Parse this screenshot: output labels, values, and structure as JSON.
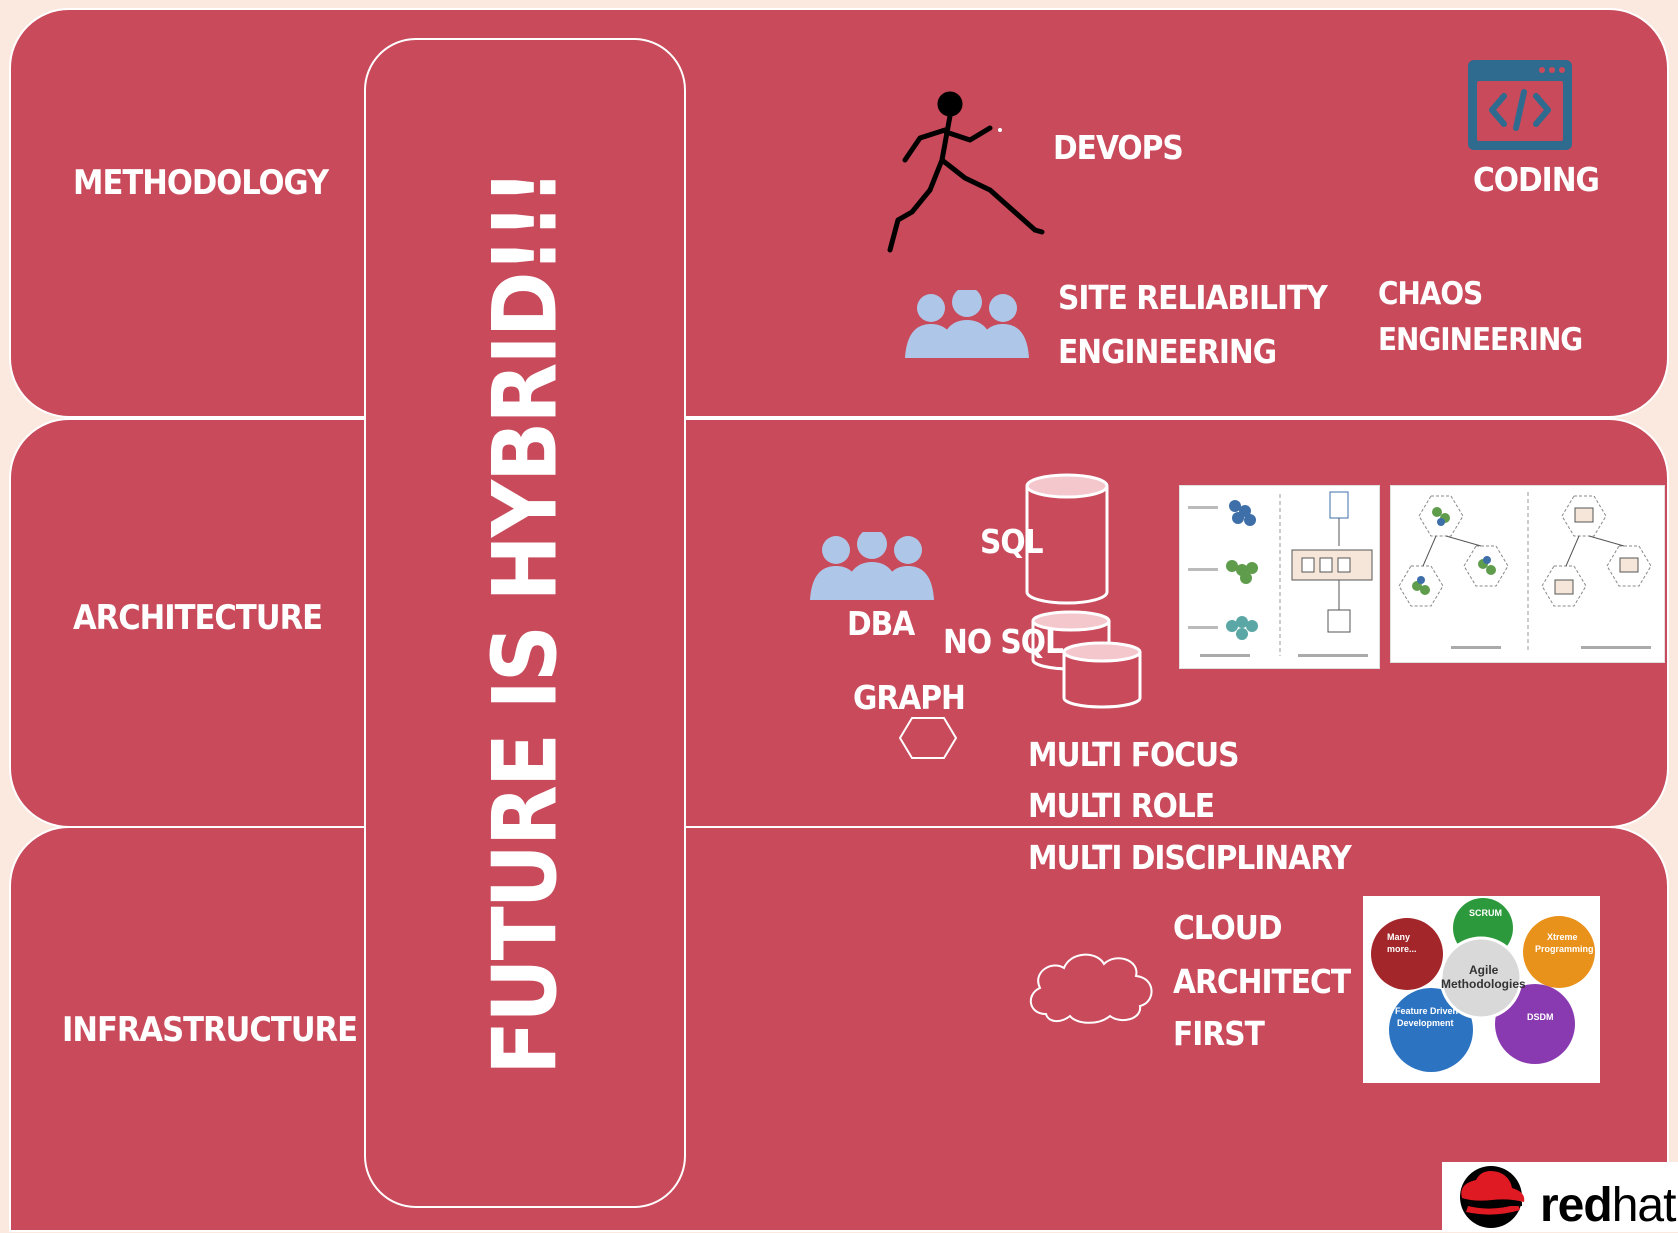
{
  "rows": {
    "methodology": "METHODOLOGY",
    "architecture": "ARCHITECTURE",
    "infrastructure": "INFRASTRUCTURE"
  },
  "center": {
    "title": "FUTURE IS HYBRID!!!"
  },
  "methodology": {
    "devops": "DEVOPS",
    "coding": "CODING",
    "sre_line1": "SITE RELIABILITY",
    "sre_line2": "ENGINEERING",
    "chaos_line1": "CHAOS",
    "chaos_line2": "ENGINEERING"
  },
  "architecture": {
    "sql": "SQL",
    "no_sql": "NO SQL",
    "dba": "DBA",
    "graph": "GRAPH",
    "multi_focus": "MULTI FOCUS",
    "multi_role": "MULTI ROLE",
    "multi_disciplinary": "MULTI DISCIPLINARY"
  },
  "infrastructure": {
    "cloud_line1": "CLOUD",
    "cloud_line2": "ARCHITECT",
    "cloud_line3": "FIRST"
  },
  "agile": {
    "scrum": "SCRUM",
    "xtreme": "Xtreme",
    "xtreme2": "Programming",
    "many": "Many",
    "many2": "more...",
    "center1": "Agile",
    "center2": "Methodologies",
    "fdd1": "Feature Driven",
    "fdd2": "Development",
    "dsdm": "DSDM"
  },
  "brand": {
    "name_bold": "red",
    "name_thin": "hat"
  },
  "colors": {
    "band": "#c84a5b",
    "people": "#aec7e8",
    "coding_icon": "#2f6b8f"
  }
}
